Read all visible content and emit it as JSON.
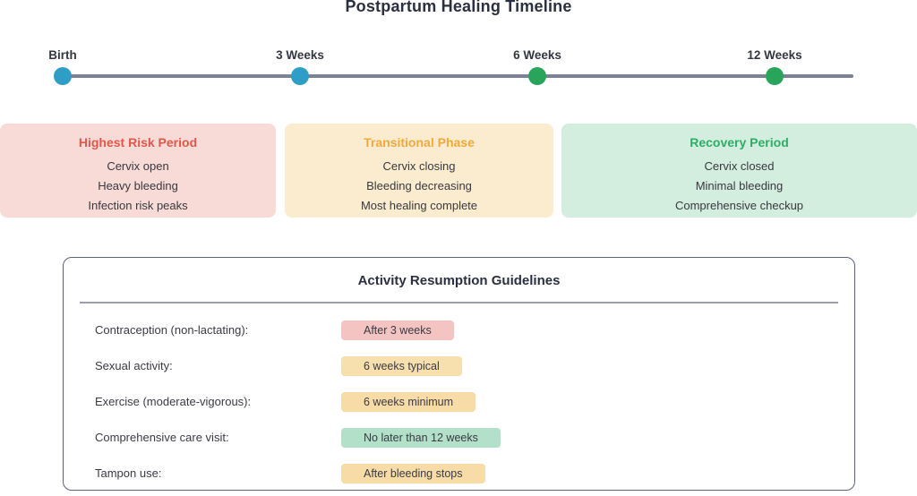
{
  "title": "Postpartum Healing Timeline",
  "timeline": {
    "line_color": "#7b8294",
    "milestones": [
      {
        "label": "Birth",
        "color": "#2e9ec6"
      },
      {
        "label": "3 Weeks",
        "color": "#2e9ec6"
      },
      {
        "label": "6 Weeks",
        "color": "#28a55b"
      },
      {
        "label": "12 Weeks",
        "color": "#28a55b"
      }
    ]
  },
  "phases": [
    {
      "title": "Highest Risk Period",
      "title_color": "#e2574c",
      "bg_color": "#f8dbd6",
      "items": [
        "Cervix open",
        "Heavy bleeding",
        "Infection risk peaks"
      ]
    },
    {
      "title": "Transitional Phase",
      "title_color": "#f2a93b",
      "bg_color": "#fbeccf",
      "items": [
        "Cervix closing",
        "Bleeding decreasing",
        "Most healing complete"
      ]
    },
    {
      "title": "Recovery Period",
      "title_color": "#2bae66",
      "bg_color": "#d3eedf",
      "items": [
        "Cervix closed",
        "Minimal bleeding",
        "Comprehensive checkup"
      ]
    }
  ],
  "guidelines": {
    "title": "Activity Resumption Guidelines",
    "rows": [
      {
        "label": "Contraception (non-lactating):",
        "badge": "After 3 weeks",
        "badge_color": "#f4c4c3"
      },
      {
        "label": "Sexual activity:",
        "badge": "6 weeks typical",
        "badge_color": "#f8e0ae"
      },
      {
        "label": "Exercise (moderate-vigorous):",
        "badge": "6 weeks minimum",
        "badge_color": "#f7dca7"
      },
      {
        "label": "Comprehensive care visit:",
        "badge": "No later than 12 weeks",
        "badge_color": "#b2e0c9"
      },
      {
        "label": "Tampon use:",
        "badge": "After bleeding stops",
        "badge_color": "#f7dca7"
      }
    ]
  }
}
